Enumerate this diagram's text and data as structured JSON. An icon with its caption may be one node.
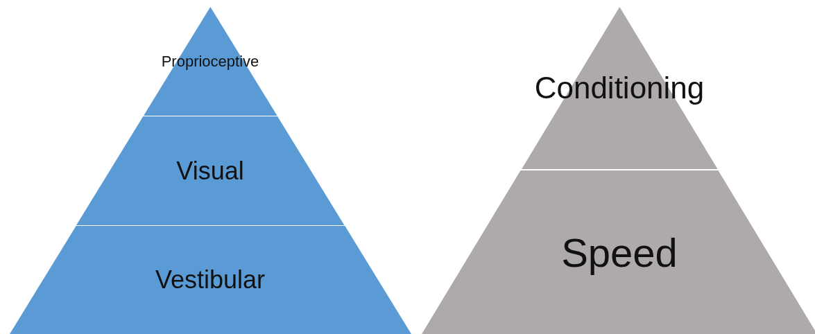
{
  "diagram": {
    "nodes": [
      {
        "text": [
          "Proprioceptive"
        ]
      },
      {
        "text": [
          "Visual"
        ]
      },
      {
        "text": [
          "Vestibular"
        ]
      },
      {
        "text": [
          "Conditioning"
        ]
      },
      {
        "text": [
          "Speed"
        ]
      }
    ]
  }
}
